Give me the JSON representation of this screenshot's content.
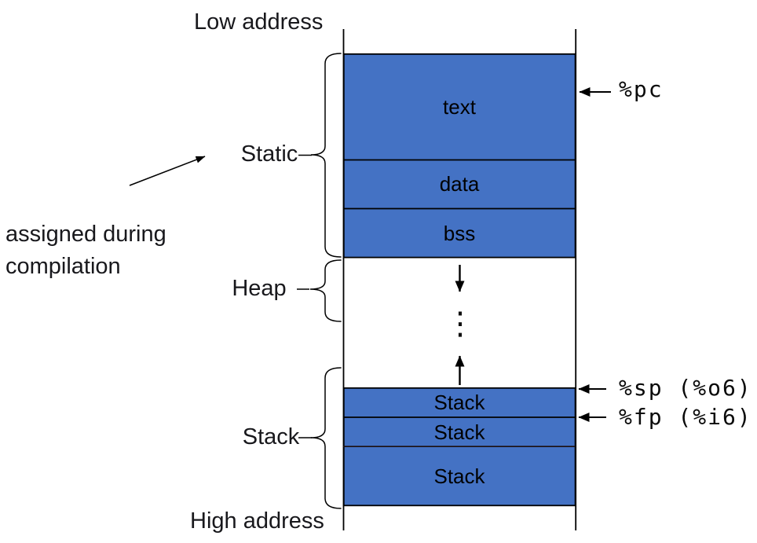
{
  "diagram": {
    "kind": "process-memory-layout"
  },
  "colors": {
    "segment_fill": "#4472C4",
    "segment_border": "#000000",
    "axis_line": "#000000",
    "label_text": "#18181c",
    "segment_text": "#000000"
  },
  "address_labels": {
    "low": "Low address",
    "high": "High address"
  },
  "segments": {
    "text": {
      "label": "text"
    },
    "data": {
      "label": "data"
    },
    "bss": {
      "label": "bss"
    },
    "stack_top": {
      "label": "Stack"
    },
    "stack_mid": {
      "label": "Stack"
    },
    "stack_bottom": {
      "label": "Stack"
    }
  },
  "region_labels": {
    "static": "Static",
    "heap": "Heap",
    "stack": "Stack"
  },
  "annotation": {
    "line1": "assigned during",
    "line2": "compilation"
  },
  "pointer_labels": {
    "pc": "%pc",
    "sp": "%sp (%o6)",
    "fp": "%fp (%i6)"
  },
  "icons": {
    "vertical_ellipsis": "⋮",
    "heap_growth_arrow": "↓",
    "stack_growth_arrow": "↑",
    "pointer_arrow": "←"
  }
}
